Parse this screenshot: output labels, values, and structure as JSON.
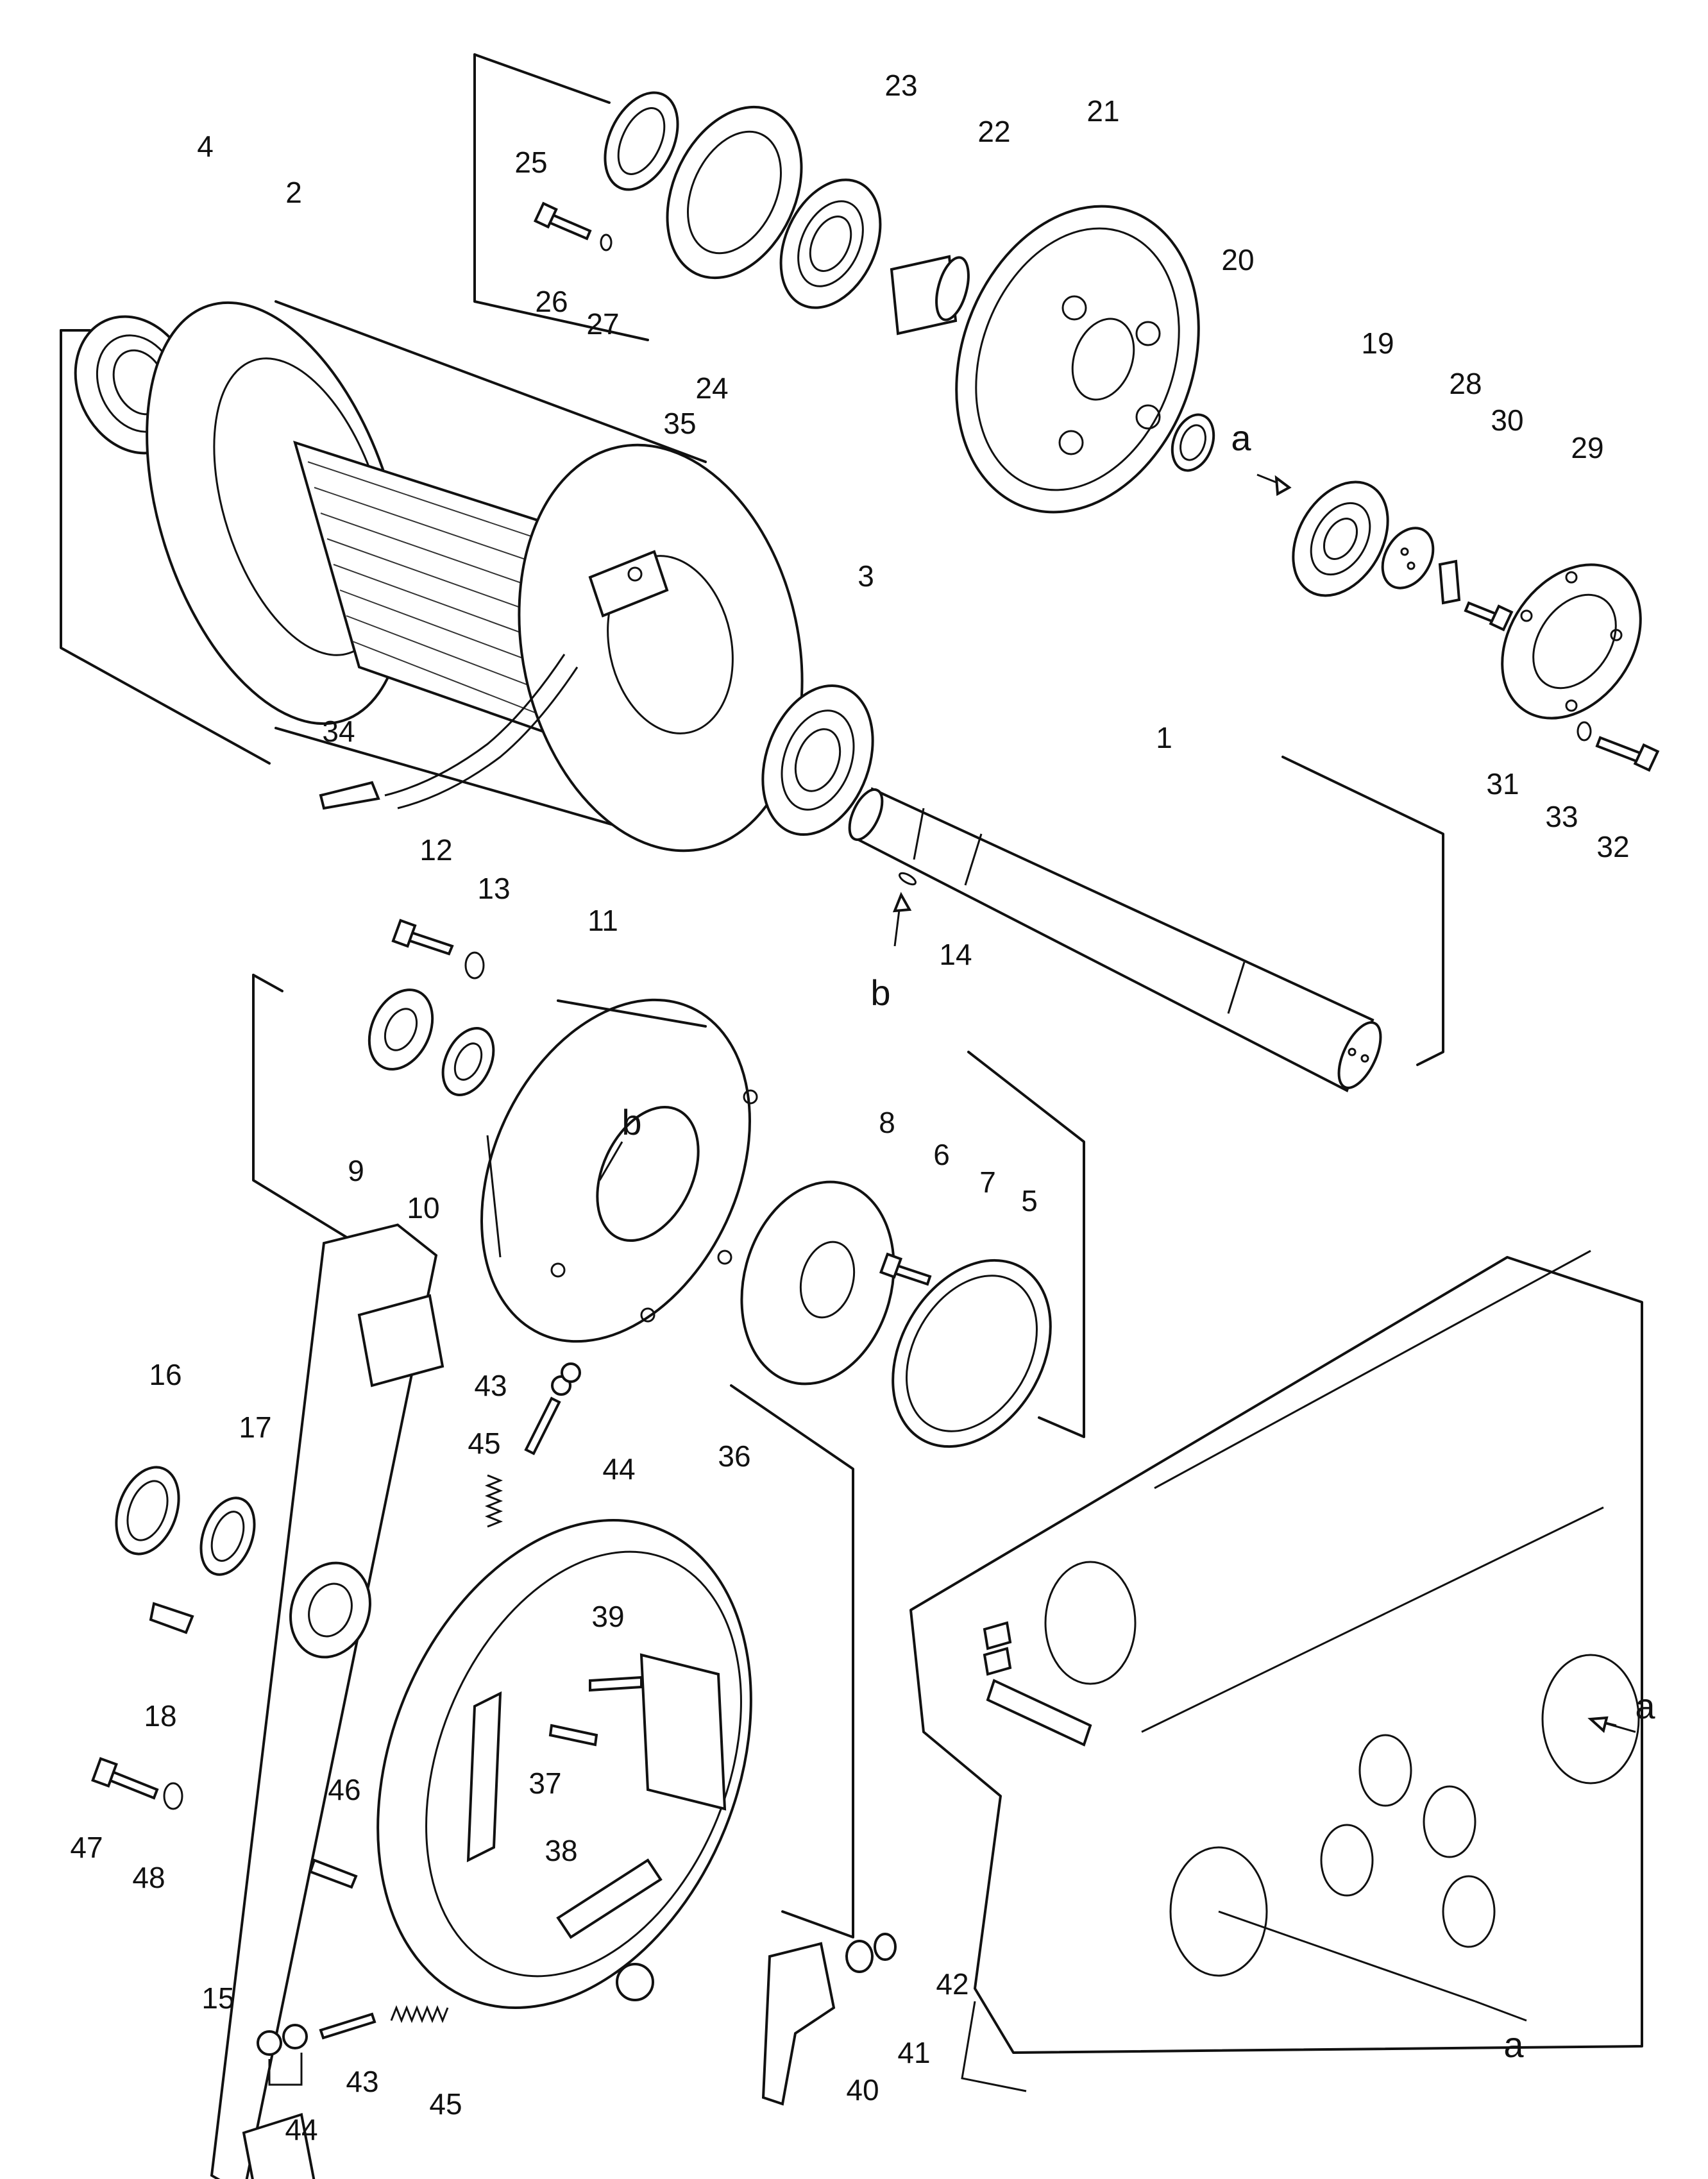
{
  "part_numbers": [
    "1",
    "2",
    "3",
    "4",
    "5",
    "6",
    "7",
    "8",
    "9",
    "10",
    "11",
    "12",
    "13",
    "14",
    "15",
    "16",
    "17",
    "18",
    "19",
    "20",
    "21",
    "22",
    "23",
    "24",
    "25",
    "26",
    "27",
    "28",
    "29",
    "30",
    "31",
    "32",
    "33",
    "34",
    "35",
    "36",
    "37",
    "38",
    "39",
    "40",
    "41",
    "42",
    "43",
    "44",
    "45",
    "46",
    "47",
    "48"
  ],
  "ref_letters": {
    "a": "a",
    "b": "b"
  }
}
